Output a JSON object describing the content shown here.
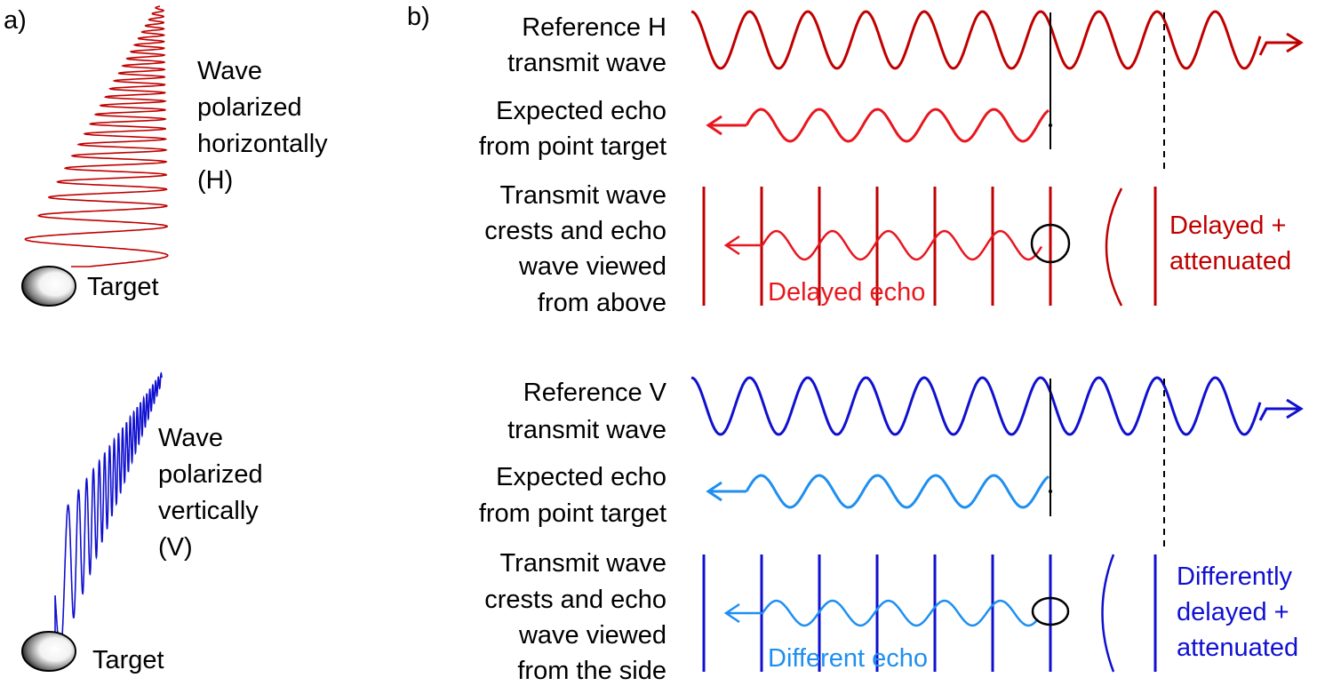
{
  "panels": {
    "a": {
      "label": "a)",
      "top": {
        "wave_label_lines": [
          "Wave",
          "polarized",
          "horizontally",
          "(H)"
        ],
        "target_label": "Target"
      },
      "bottom": {
        "wave_label_lines": [
          "Wave",
          "polarized",
          "vertically",
          "(V)"
        ],
        "target_label": "Target"
      }
    },
    "b": {
      "label": "b)",
      "horizontal": {
        "reference_label_lines": [
          "Reference H",
          "transmit wave"
        ],
        "expected_label_lines": [
          "Expected echo",
          "from point target"
        ],
        "crests_label_lines": [
          "Transmit wave",
          "crests and echo",
          "wave viewed",
          "from above"
        ],
        "echo_label": "Delayed echo",
        "note_lines": [
          "Delayed +",
          "attenuated"
        ]
      },
      "vertical": {
        "reference_label_lines": [
          "Reference V",
          "transmit wave"
        ],
        "expected_label_lines": [
          "Expected echo",
          "from point target"
        ],
        "crests_label_lines": [
          "Transmit wave",
          "crests and echo",
          "wave viewed",
          "from the side"
        ],
        "echo_label": "Different echo",
        "note_lines": [
          "Differently",
          "delayed +",
          "attenuated"
        ]
      }
    }
  },
  "colors": {
    "h_wave": "#c00000",
    "h_echo": "#e8171e",
    "v_wave": "#1010d0",
    "v_echo": "#1e8ff0",
    "line": "#000000"
  }
}
